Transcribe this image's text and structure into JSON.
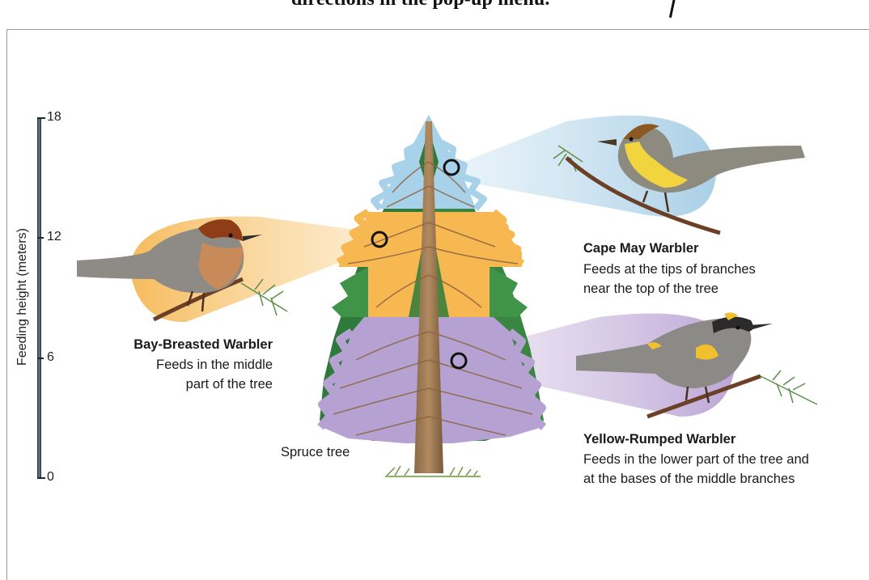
{
  "header": {
    "instruction_fragment": "directions in the pop-up menu."
  },
  "axis": {
    "title": "Feeding height (meters)",
    "ticks": [
      "18",
      "12",
      "6",
      "0"
    ]
  },
  "tree": {
    "label": "Spruce tree"
  },
  "birds": {
    "cape_may": {
      "name": "Cape May Warbler",
      "desc_line1": "Feeds at the tips of branches",
      "desc_line2": "near the top of the tree",
      "color": "#bcd9ec"
    },
    "bay_breasted": {
      "name": "Bay-Breasted Warbler",
      "desc_line1": "Feeds in the middle",
      "desc_line2": "part of the tree",
      "color": "#f7c36e"
    },
    "yellow_rumped": {
      "name": "Yellow-Rumped Warbler",
      "desc_line1": "Feeds in the lower part of the tree and",
      "desc_line2": "at the bases of the middle branches",
      "color": "#c8b6dc"
    }
  }
}
